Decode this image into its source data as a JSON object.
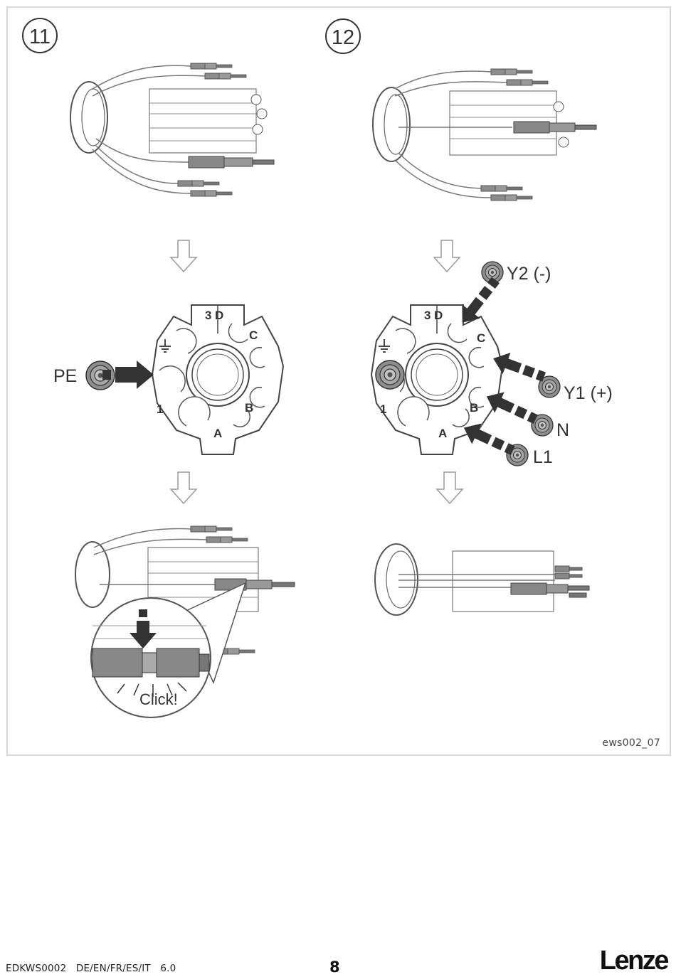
{
  "steps": [
    {
      "number": "11"
    },
    {
      "number": "12"
    }
  ],
  "connector_face": {
    "segment_labels": [
      "3",
      "D",
      "C",
      "B",
      "A",
      "1"
    ]
  },
  "step11": {
    "pe_label": "PE",
    "click_label": "Click!"
  },
  "step12": {
    "y2_label": "Y2 (-)",
    "y1_label": "Y1 (+)",
    "n_label": "N",
    "l1_label": "L1"
  },
  "figure_ref": "ews002_07",
  "footer": {
    "doc_id": "EDKWS0002   DE/EN/FR/ES/IT   6.0",
    "page_number": "8",
    "logo_text": "Lenze"
  }
}
